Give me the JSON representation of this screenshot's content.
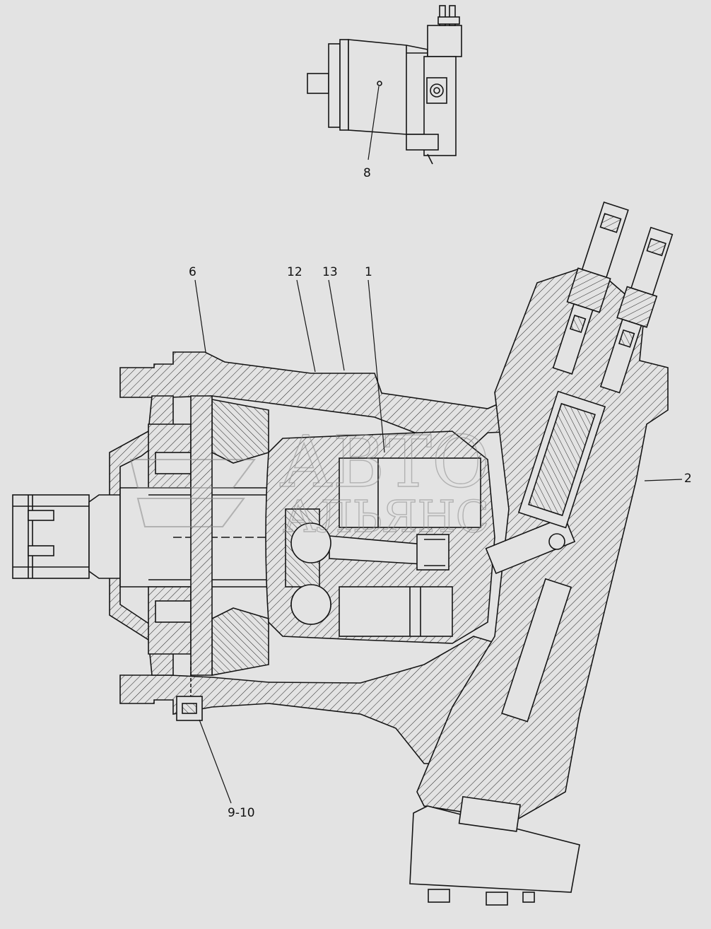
{
  "diagram": {
    "background_color": "#e3e3e3",
    "line_color": "#151515",
    "callouts": {
      "c8": "8",
      "c6": "6",
      "c12": "12",
      "c13": "13",
      "c1": "1",
      "c2": "2",
      "c9_10": "9-10"
    },
    "watermark": {
      "line1": "АВТО",
      "line2": "АЛЬЯНС"
    }
  }
}
